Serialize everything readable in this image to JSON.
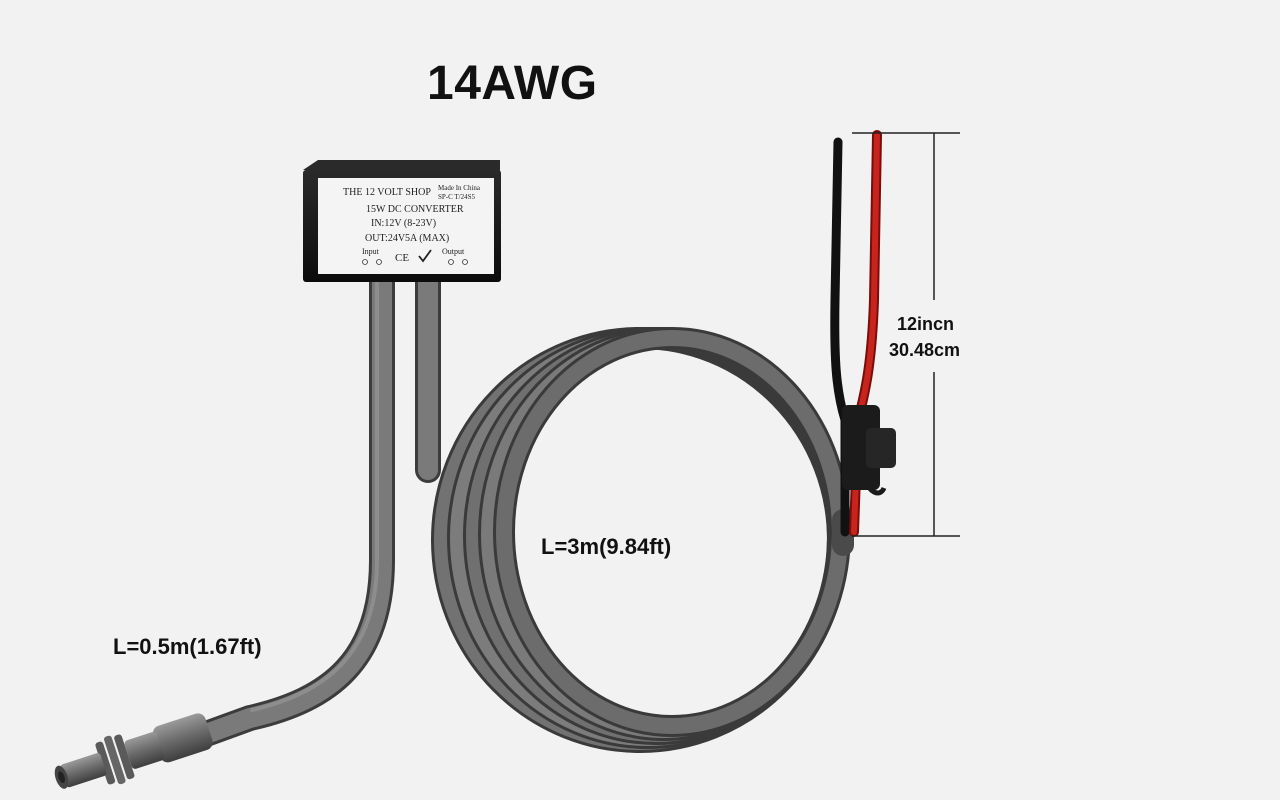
{
  "title": "14AWG",
  "labels": {
    "short_cable": "L=0.5m(1.67ft)",
    "long_cable": "L=3m(9.84ft)",
    "wire_length_in": "12incn",
    "wire_length_cm": "30.48cm"
  },
  "converter_box": {
    "brand": "THE 12 VOLT SHOP",
    "made_in": "Made In China",
    "model": "SP-C T/24S5",
    "line1": "15W DC CONVERTER",
    "line2": "IN:12V (8-23V)",
    "line3": "OUT:24V5A (MAX)",
    "input_label": "Input",
    "output_label": "Output",
    "ce_mark": "CE"
  },
  "colors": {
    "cable": "#6e6e6e",
    "wire_red": "#c0211c",
    "wire_black": "#1a1a1a",
    "box": "#151515"
  }
}
